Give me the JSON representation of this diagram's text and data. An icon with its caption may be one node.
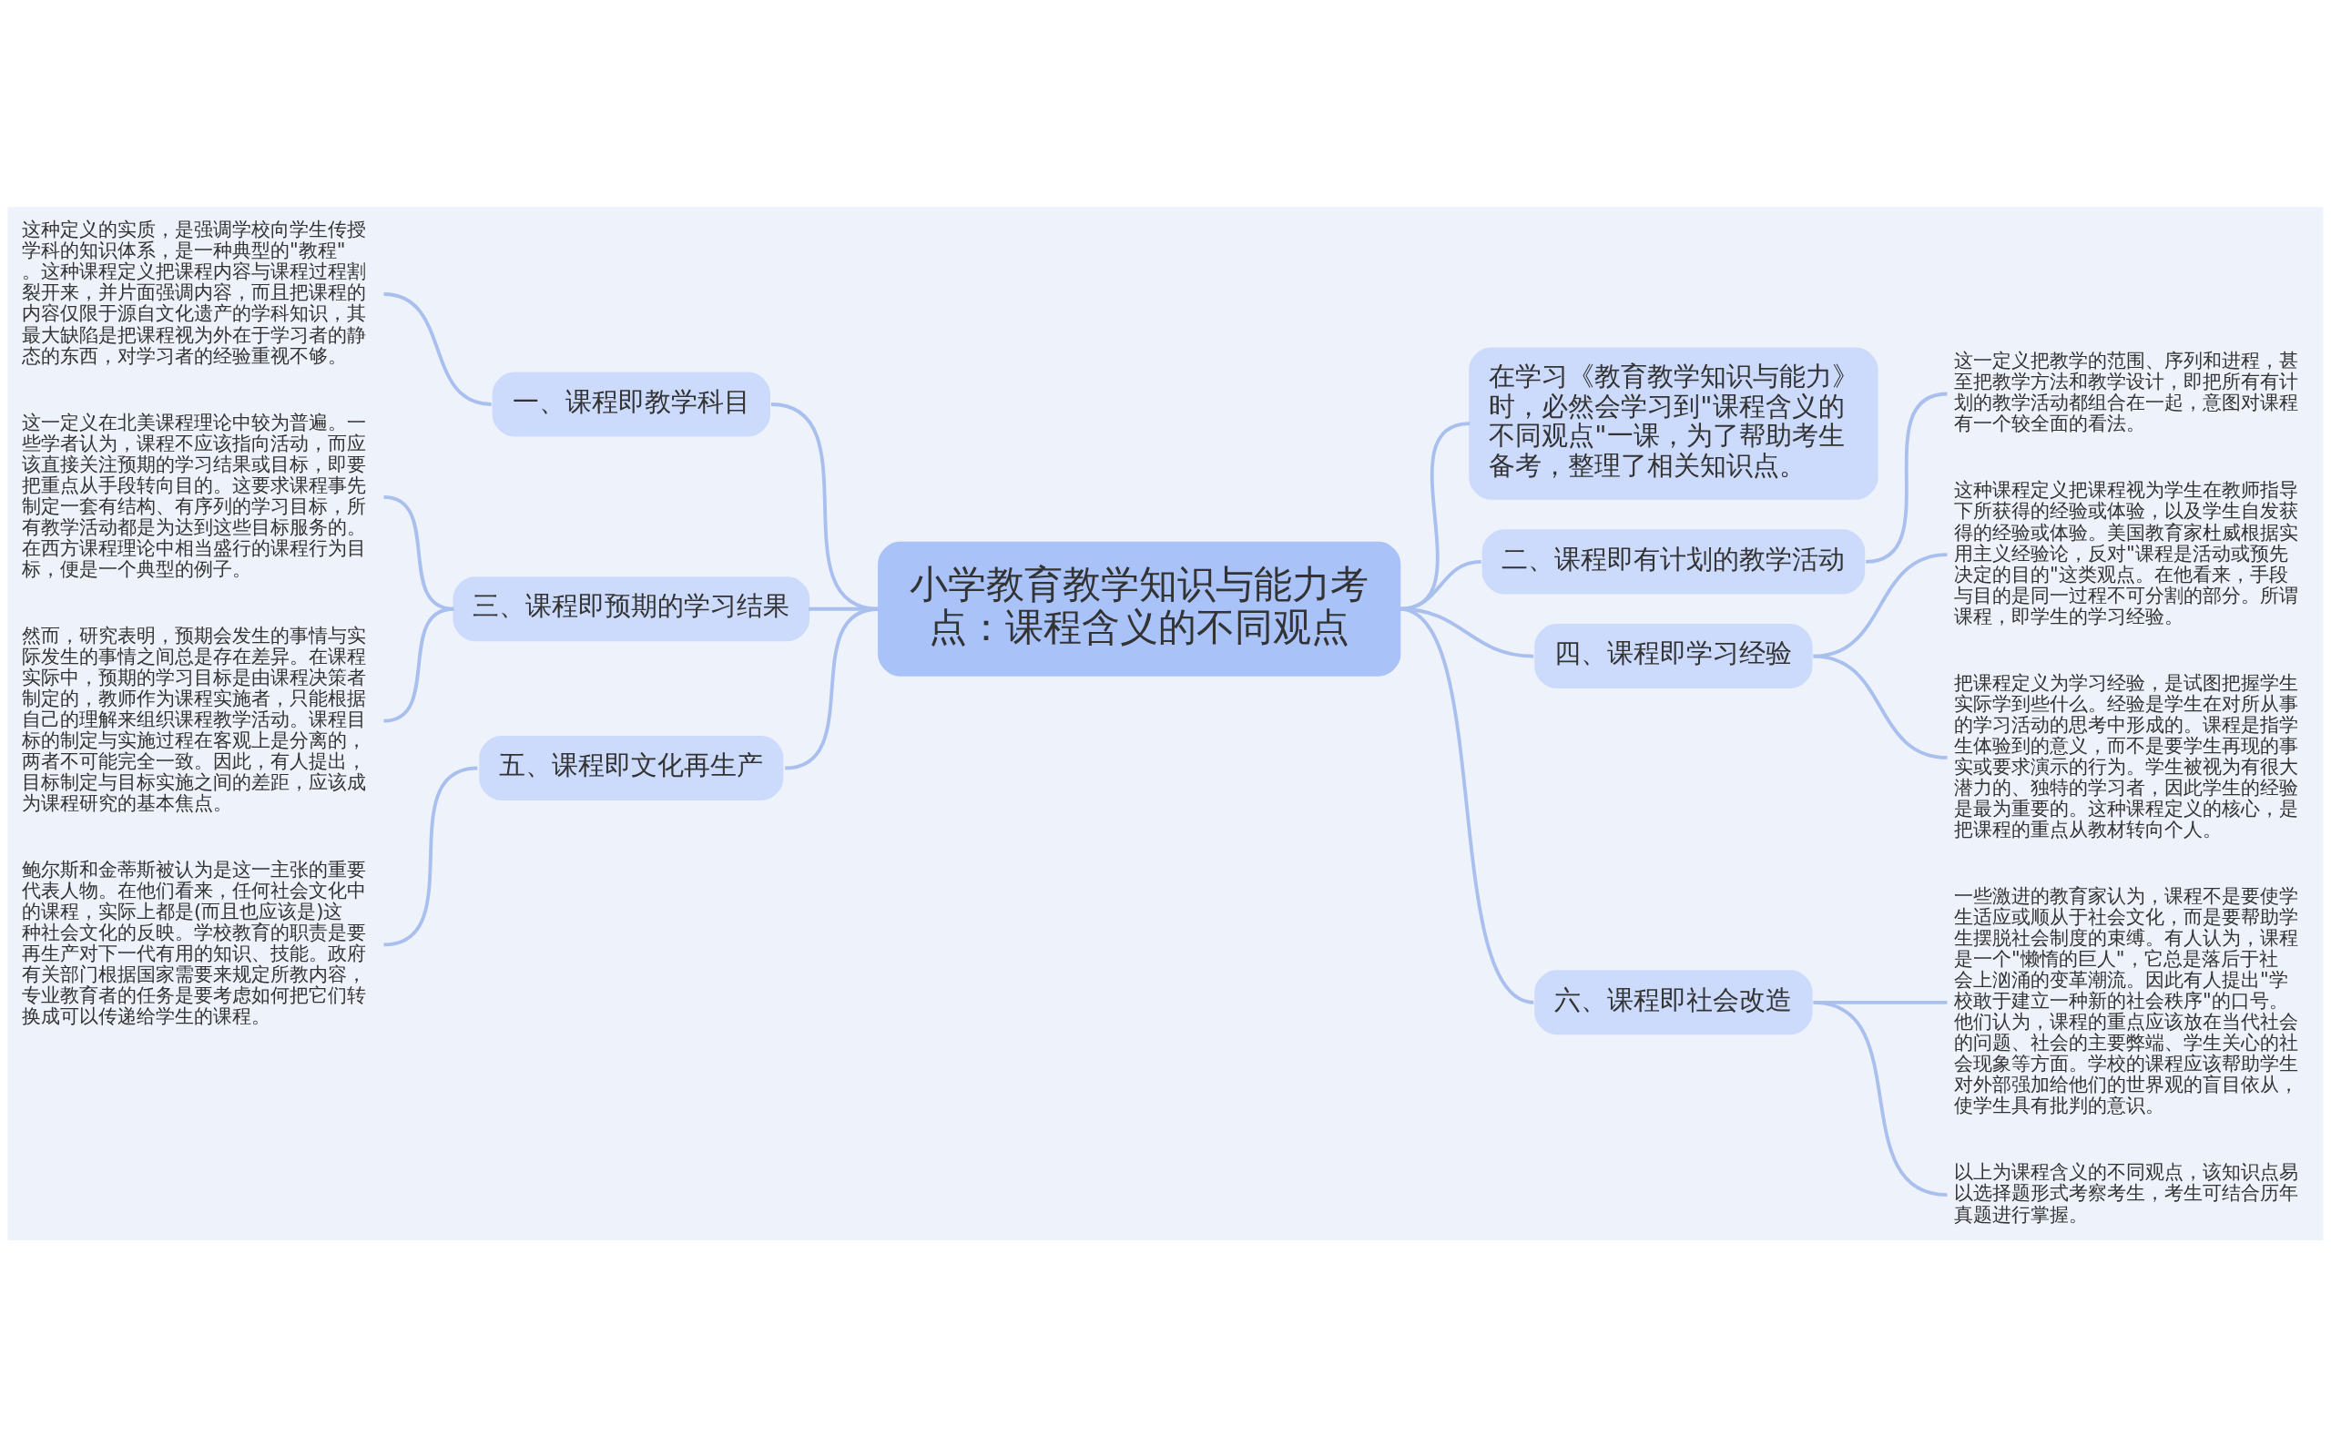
{
  "diagram": {
    "nodes": [
      {
        "text": [
          "小学教育教学知识与能力考点：课程含义的不同观点"
        ]
      },
      {
        "text": [
          "在学习《教育教学知识与能力》时，必然会学习到\"课程含义的不同观点\"一课，为了帮助考生备考，整理了相关知识点。"
        ]
      },
      {
        "text": [
          "一、课程即教学科目"
        ]
      },
      {
        "text": [
          "这种定义的实质，是强调学校向学生传授学科的知识体系，是一种典型的\"教程\"。这种课程定义把课程内容与课程过程割裂开来，并片面强调内容，而且把课程的内容仅限于源自文化遗产的学科知识，其最大缺陷是把课程视为外在于学习者的静态的东西，对学习者的经验重视不够。"
        ]
      },
      {
        "text": [
          "二、课程即有计划的教学活动"
        ]
      },
      {
        "text": [
          "这一定义把教学的范围、序列和进程，甚至把教学方法和教学设计，即把所有有计划的教学活动都组合在一起，意图对课程有一个较全面的看法。"
        ]
      },
      {
        "text": [
          "三、课程即预期的学习结果"
        ]
      },
      {
        "text": [
          "这一定义在北美课程理论中较为普遍。一些学者认为，课程不应该指向活动，而应该直接关注预期的学习结果或目标，即要把重点从手段转向目的。这要求课程事先制定一套有结构、有序列的学习目标，所有教学活动都是为达到这些目标服务的。在西方课程理论中相当盛行的课程行为目标，便是一个典型的例子。"
        ]
      },
      {
        "text": [
          "然而，研究表明，预期会发生的事情与实际发生的事情之间总是存在差异。在课程实际中，预期的学习目标是由课程决策者制定的，教师作为课程实施者，只能根据自己的理解来组织课程教学活动。课程目标的制定与实施过程在客观上是分离的，两者不可能完全一致。因此，有人提出，目标制定与目标实施之间的差距，应该成为课程研究的基本焦点。"
        ]
      },
      {
        "text": [
          "四、课程即学习经验"
        ]
      },
      {
        "text": [
          "这种课程定义把课程视为学生在教师指导下所获得的经验或体验，以及学生自发获得的经验或体验。美国教育家杜威根据实用主义经验论，反对\"课程是活动或预先决定的目的\"这类观点。在他看来，手段与目的是同一过程不可分割的部分。所谓课程，即学生的学习经验。"
        ]
      },
      {
        "text": [
          "把课程定义为学习经验，是试图把握学生实际学到些什么。经验是学生在对所从事的学习活动的思考中形成的。课程是指学生体验到的意义，而不是要学生再现的事实或要求演示的行为。学生被视为有很大潜力的、独特的学习者，因此学生的经验是最为重要的。这种课程定义的核心，是把课程的重点从教材转向个人。"
        ]
      },
      {
        "text": [
          "五、课程即文化再生产"
        ]
      },
      {
        "text": [
          "鲍尔斯和金蒂斯被认为是这一主张的重要代表人物。在他们看来，任何社会文化中的课程，实际上都是(而且也应该是)这种社会文化的反映。学校教育的职责是要再生产对下一代有用的知识、技能。政府有关部门根据国家需要来规定所教内容，专业教育者的任务是要考虑如何把它们转换成可以传递给学生的课程。"
        ]
      },
      {
        "text": [
          "六、课程即社会改造"
        ]
      },
      {
        "text": [
          "一些激进的教育家认为，课程不是要使学生适应或顺从于社会文化，而是要帮助学生摆脱社会制度的束缚。有人认为，课程是一个\"懒惰的巨人\"，它总是落后于社会上汹涌的变革潮流。因此有人提出\"学校敢于建立一种新的社会秩序\"的口号。他们认为，课程的重点应该放在当代社会的问题、社会的主要弊端、学生关心的社会现象等方面。学校的课程应该帮助学生对外部强加给他们的世界观的盲目依从，使学生具有批判的意识。"
        ]
      },
      {
        "text": [
          "以上为课程含义的不同观点，该知识点易以选择题形式考察考生，考生可结合历年真题进行掌握。"
        ]
      }
    ],
    "edges": [
      {
        "from": 0,
        "to": 1,
        "arrow": "none"
      },
      {
        "from": 2,
        "to": 0,
        "arrow": "none"
      },
      {
        "from": 3,
        "to": 2,
        "arrow": "none"
      },
      {
        "from": 0,
        "to": 4,
        "arrow": "none"
      },
      {
        "from": 4,
        "to": 5,
        "arrow": "none"
      },
      {
        "from": 6,
        "to": 0,
        "arrow": "none"
      },
      {
        "from": 7,
        "to": 6,
        "arrow": "none"
      },
      {
        "from": 8,
        "to": 6,
        "arrow": "none"
      },
      {
        "from": 0,
        "to": 9,
        "arrow": "none"
      },
      {
        "from": 9,
        "to": 10,
        "arrow": "none"
      },
      {
        "from": 9,
        "to": 11,
        "arrow": "none"
      },
      {
        "from": 12,
        "to": 0,
        "arrow": "none"
      },
      {
        "from": 13,
        "to": 12,
        "arrow": "none"
      },
      {
        "from": 0,
        "to": 14,
        "arrow": "none"
      },
      {
        "from": 14,
        "to": 15,
        "arrow": "none"
      },
      {
        "from": 14,
        "to": 16,
        "arrow": "none"
      }
    ]
  }
}
